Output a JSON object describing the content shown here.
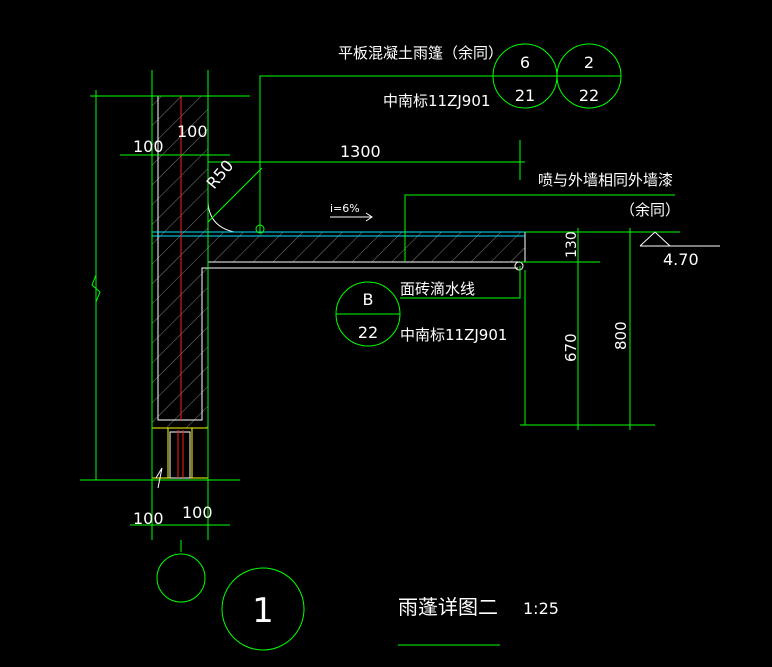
{
  "notes": {
    "note1": "平板混凝土雨篷（余同）",
    "note2": "中南标11ZJ901",
    "note3": "喷与外墙相同外墙漆",
    "note4": "（余同）",
    "note5": "面砖滴水线",
    "note6": "中南标11ZJ901"
  },
  "refs": {
    "r1_top": "6",
    "r1_bottom": "21",
    "r2_top": "2",
    "r2_bottom": "22",
    "r3_top": "B",
    "r3_bottom": "22"
  },
  "dims": {
    "wall_left": "100",
    "wall_right": "100",
    "radius": "R50",
    "length": "1300",
    "slope": "i=6%",
    "thickness": "130",
    "drop": "670",
    "total": "800",
    "bottom_left": "100",
    "bottom_right": "100",
    "elevation": "4.70"
  },
  "title": {
    "detail_no": "1",
    "name": "雨蓬详图二",
    "scale": "1:25"
  },
  "colors": {
    "line": "#00ff00",
    "text": "#ffffff",
    "hatch": "#9a9a9a",
    "waterproof": "#00e5ff",
    "rebar": "#ff2020",
    "brick": "#ffff00"
  }
}
